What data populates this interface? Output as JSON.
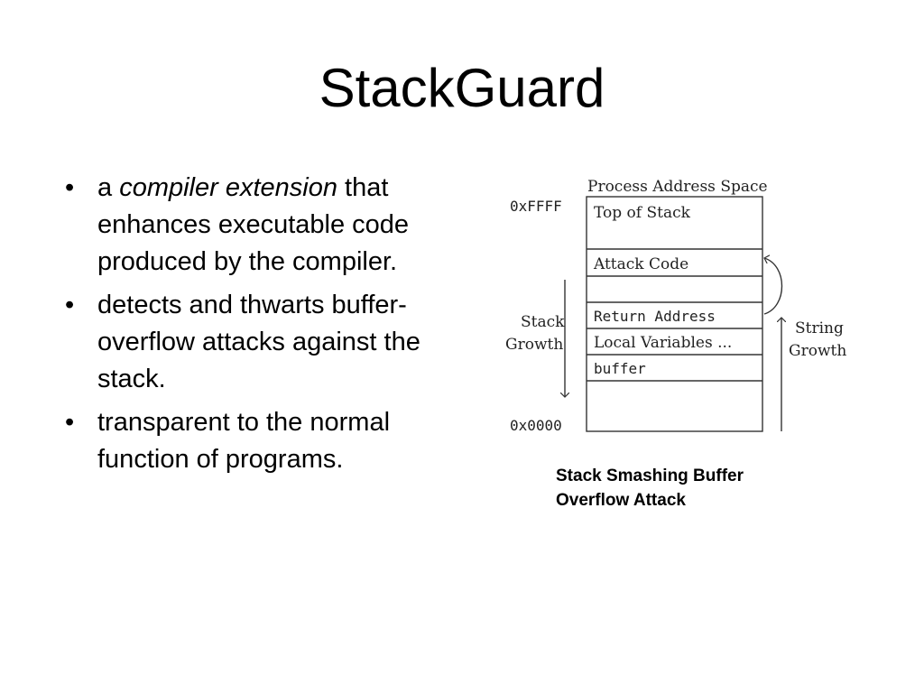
{
  "slide": {
    "title": "StackGuard"
  },
  "bullets": [
    {
      "marker": "•",
      "prefix": "a ",
      "emphasis": "compiler extension",
      "suffix": " that enhances executable code produced by the compiler."
    },
    {
      "marker": "•",
      "text": "detects and thwarts buffer-overflow attacks against the stack."
    },
    {
      "marker": "•",
      "text": "transparent to the normal function of programs."
    }
  ],
  "diagram": {
    "header": "Process Address Space",
    "address_top": "0xFFFF",
    "address_bottom": "0x0000",
    "cells": {
      "top_of_stack": "Top of Stack",
      "attack_code": "Attack Code",
      "return_address": "Return Address",
      "local_variables": "Local Variables ...",
      "buffer": "buffer"
    },
    "stack_growth": [
      "Stack",
      "Growth"
    ],
    "string_growth": [
      "String",
      "Growth"
    ]
  },
  "caption": {
    "lines": [
      "Stack Smashing Buffer",
      "Overflow Attack"
    ]
  }
}
